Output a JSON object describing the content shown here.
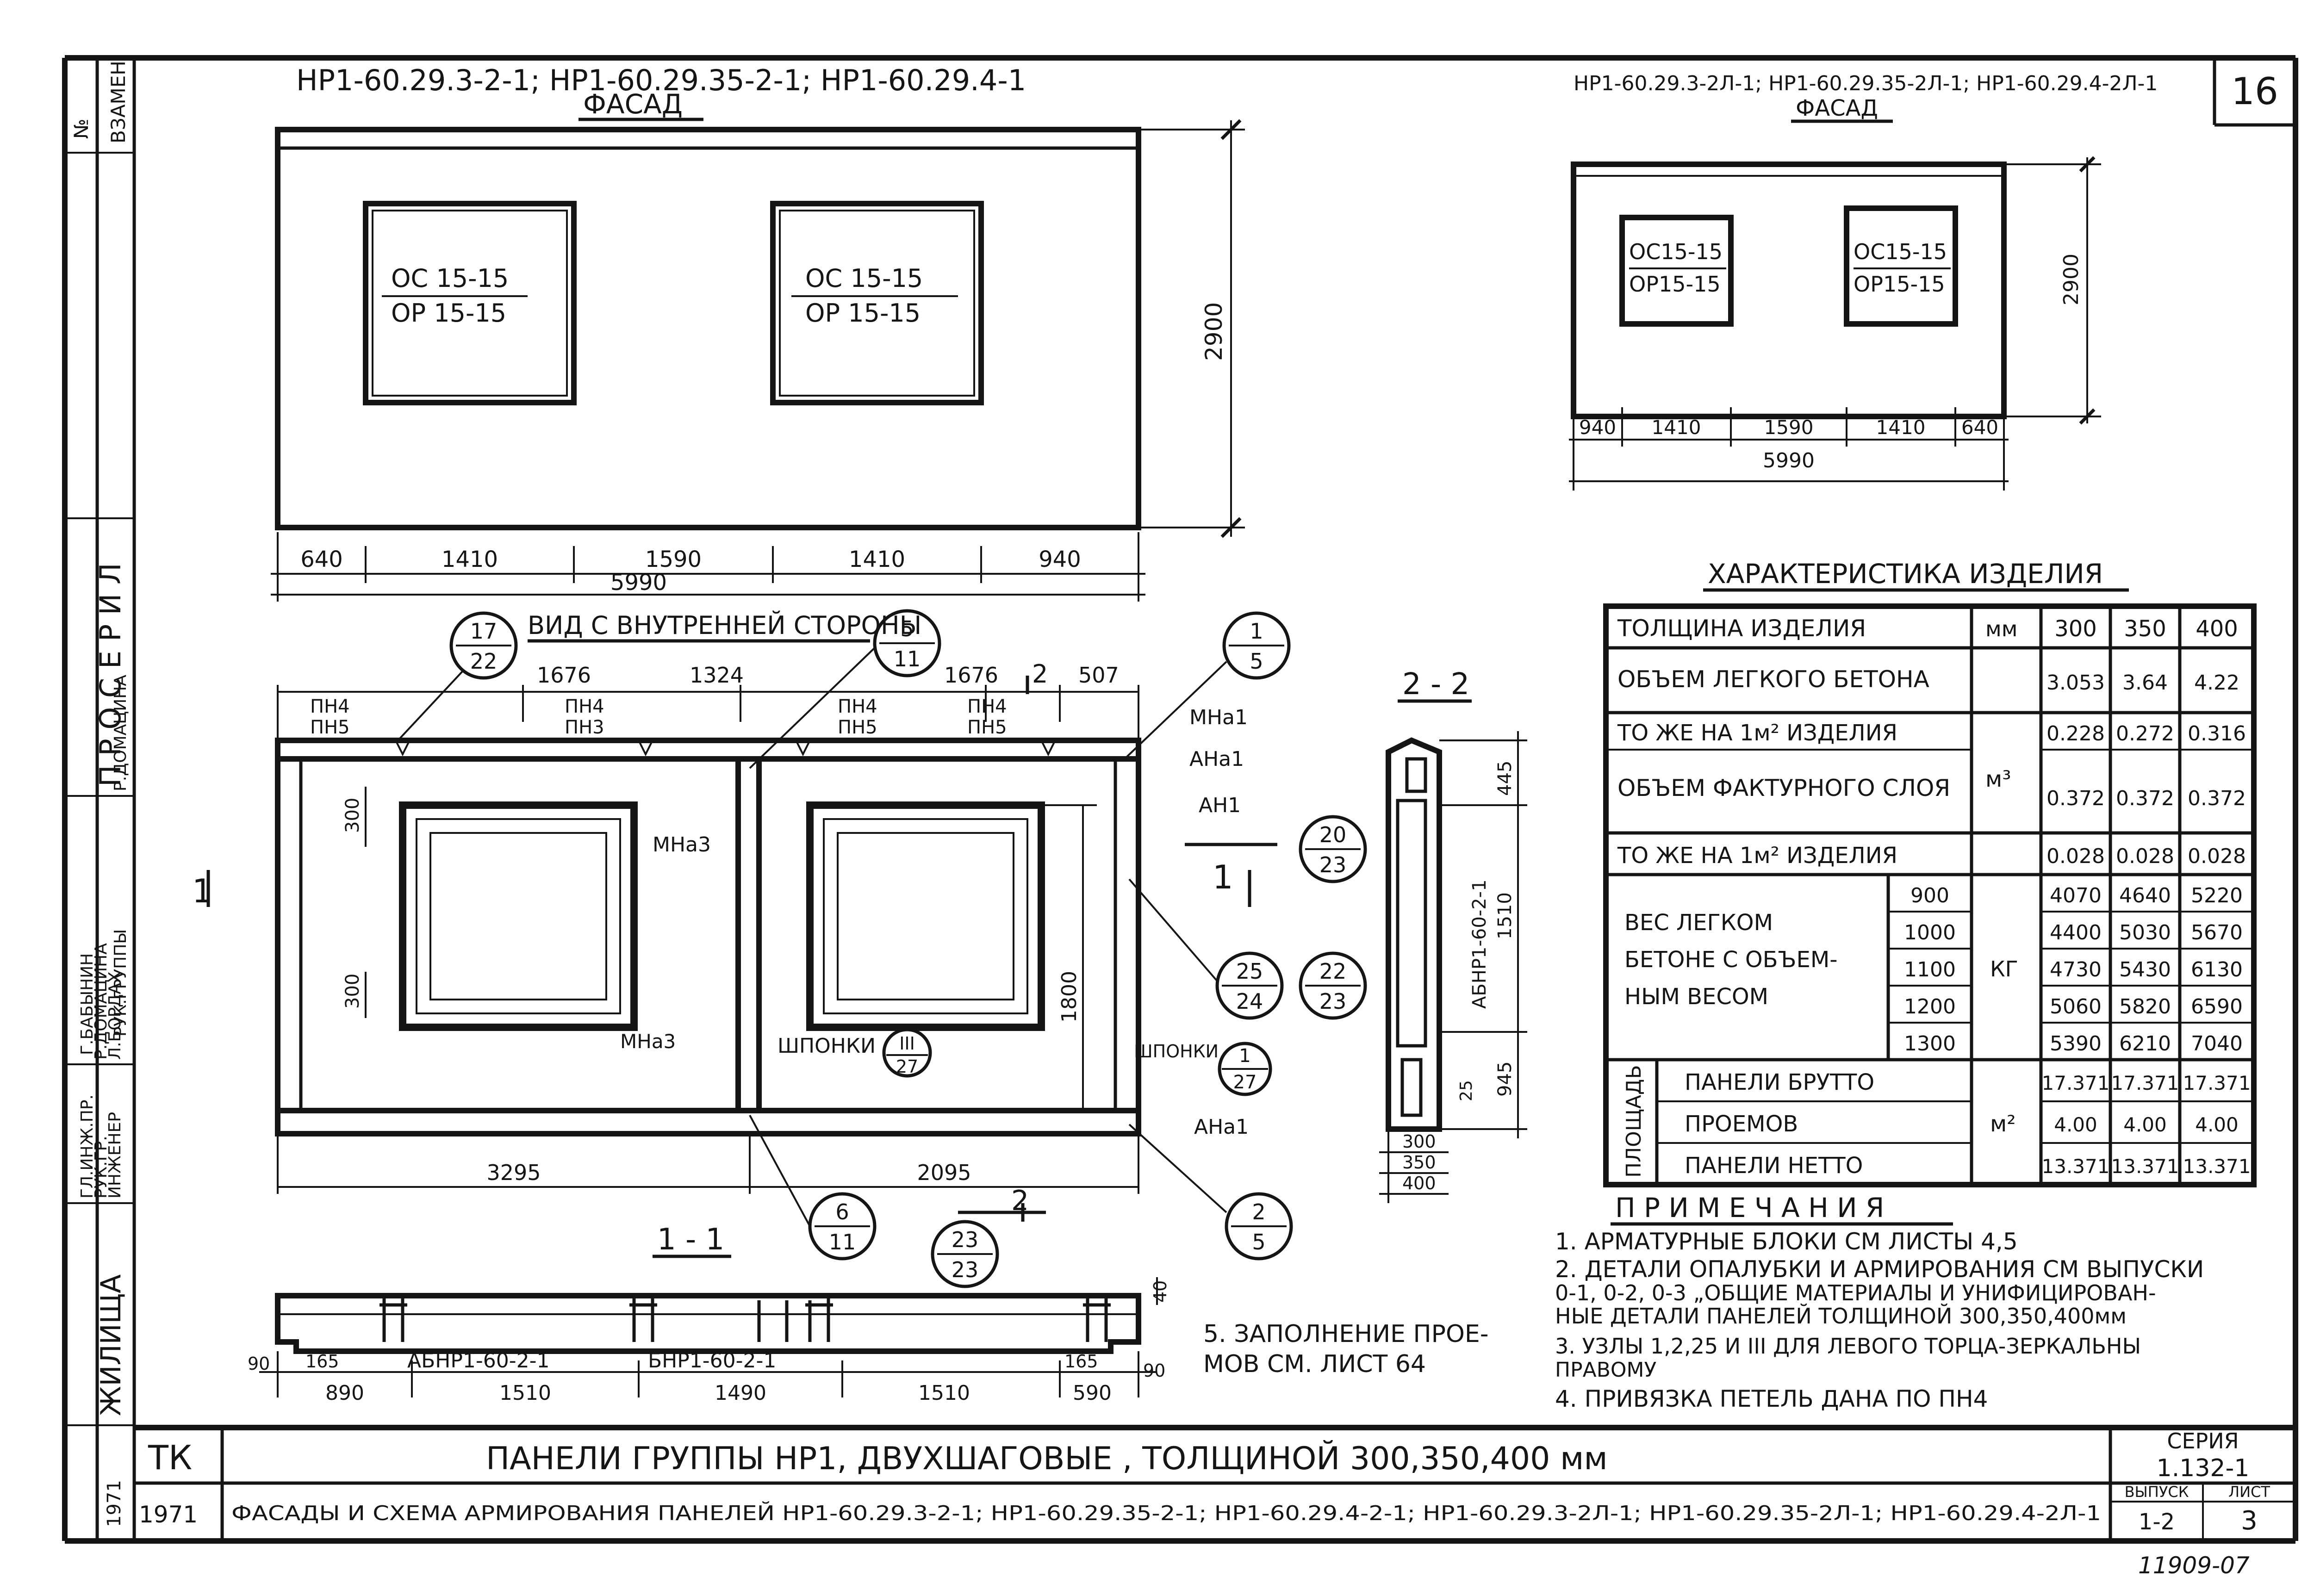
{
  "sheet": {
    "sheet_no": "16",
    "inventory_no": "11909-07"
  },
  "side_stamp": {
    "zamen": "ВЗАМЕН",
    "no": "№",
    "org": "ЖИЛИЩА",
    "roles": [
      "ГЛ.ИНЖ.ПР.",
      "РУК.ГР.",
      "ИНЖЕНЕР"
    ],
    "names": [
      "Г.БАБЫНИН",
      "Р.ДОМАЦИНА",
      "Л.БОРДАХ"
    ],
    "roles2": [
      "РУК.ГРУППЫ",
      "Р.ДОМАЦИНА"
    ],
    "proseril": "П Р О С Е Р И Л",
    "year": "1971"
  },
  "facade_main": {
    "marks": "НР1-60.29.3-2-1;  НР1-60.29.35-2-1;  НР1-60.29.4-1",
    "title": "ФАСАД",
    "window1": [
      "ОС 15-15",
      "ОР 15-15"
    ],
    "window2": [
      "ОС 15-15",
      "ОР 15-15"
    ],
    "height": "2900",
    "dims": [
      "640",
      "1410",
      "1590",
      "1410",
      "940"
    ],
    "total": "5990"
  },
  "facade_small": {
    "marks": "НР1-60.29.3-2Л-1; НР1-60.29.35-2Л-1; НР1-60.29.4-2Л-1",
    "title": "ФАСАД",
    "window1": [
      "ОС15-15",
      "ОР15-15"
    ],
    "window2": [
      "ОС15-15",
      "ОР15-15"
    ],
    "height": "2900",
    "dims": [
      "940",
      "1410",
      "1590",
      "1410",
      "640"
    ],
    "total": "5990"
  },
  "inner_view": {
    "title": "ВИД С ВНУТРЕННЕЙ СТОРОНЫ",
    "top_dims": [
      "1676",
      "1324",
      "1676",
      "507"
    ],
    "top_marker": "2",
    "loops": [
      [
        "ПН4",
        "ПН5"
      ],
      [
        "ПН4",
        "ПН3"
      ],
      [
        "ПН4",
        "ПН5"
      ],
      [
        "ПН4",
        "ПН5"
      ]
    ],
    "callouts": [
      [
        "17",
        "22"
      ],
      [
        "5",
        "11"
      ],
      [
        "1",
        "5"
      ],
      [
        "20",
        "23"
      ],
      [
        "25",
        "24"
      ],
      [
        "22",
        "23"
      ],
      [
        "6",
        "11"
      ],
      [
        "2",
        "5"
      ],
      [
        "23",
        "23"
      ],
      [
        "III",
        "27"
      ],
      [
        "1",
        "27"
      ]
    ],
    "labels_right": [
      "МНа1",
      "АНа1",
      "АН1",
      "АНа1"
    ],
    "label_mna3": "МНа3",
    "dim_300a": "300",
    "dim_300b": "300",
    "dim_1800": "1800",
    "shponki_1": "ШПОНКИ",
    "shponki_2": "ШПОНКИ",
    "mark_a3": "МНа3",
    "section_left": "1",
    "section_right": "1",
    "bottom_dims": [
      "3295",
      "2095"
    ],
    "bottom_marker": "2"
  },
  "section_11": {
    "title": "1 - 1",
    "labels": [
      "АБНР1-60-2-1",
      "БНР1-60-2-1"
    ],
    "dims": [
      "890",
      "1510",
      "1490",
      "1510",
      "590"
    ],
    "sub_dims": [
      "90",
      "165",
      "165",
      "90"
    ],
    "height": "40"
  },
  "section_22": {
    "title": "2 - 2",
    "block": "АБНР1-60-2-1",
    "dims_v": [
      "445",
      "1510",
      "945",
      "25"
    ],
    "dims_h": [
      "300",
      "350",
      "400"
    ]
  },
  "characteristics": {
    "title": "ХАРАКТЕРИСТИКА ИЗДЕЛИЯ",
    "thickness_label": "ТОЛЩИНА ИЗДЕЛИЯ",
    "unit_mm": "мм",
    "thickness": [
      "300",
      "350",
      "400"
    ],
    "light_concrete_label": "ОБЪЕМ ЛЕГКОГО БЕТОНА",
    "light_concrete": [
      "3.053",
      "3.64",
      "4.22"
    ],
    "per_m2_label": "ТО ЖЕ НА 1м² ИЗДЕЛИЯ",
    "per_m2": [
      "0.228",
      "0.272",
      "0.316"
    ],
    "unit_m3": "м³",
    "facing_label": "ОБЪЕМ ФАКТУРНОГО СЛОЯ",
    "facing": [
      "0.372",
      "0.372",
      "0.372"
    ],
    "facing_m2_label": "ТО ЖЕ НА 1м² ИЗДЕЛИЯ",
    "facing_m2": [
      "0.028",
      "0.028",
      "0.028"
    ],
    "weight_label": [
      "ВЕС      ЛЕГКОМ",
      "БЕТОНЕ С ОБЪЕМ-",
      "НЫМ  ВЕСОМ"
    ],
    "unit_kg": "КГ",
    "weights": [
      {
        "density": "900",
        "values": [
          "4070",
          "4640",
          "5220"
        ]
      },
      {
        "density": "1000",
        "values": [
          "4400",
          "5030",
          "5670"
        ]
      },
      {
        "density": "1100",
        "values": [
          "4730",
          "5430",
          "6130"
        ]
      },
      {
        "density": "1200",
        "values": [
          "5060",
          "5820",
          "6590"
        ]
      },
      {
        "density": "1300",
        "values": [
          "5390",
          "6210",
          "7040"
        ]
      }
    ],
    "area_label": "ПЛОЩАДЬ",
    "unit_m2": "м²",
    "areas": [
      {
        "label": "ПАНЕЛИ  БРУТТО",
        "values": [
          "17.371",
          "17.371",
          "17.371"
        ]
      },
      {
        "label": "ПРОЕМОВ",
        "values": [
          "4.00",
          "4.00",
          "4.00"
        ]
      },
      {
        "label": "ПАНЕЛИ  НЕТТО",
        "values": [
          "13.371",
          "13.371",
          "13.371"
        ]
      }
    ]
  },
  "notes": {
    "title": "П Р И М Е Ч А Н И Я",
    "items": [
      "1. АРМАТУРНЫЕ БЛОКИ СМ ЛИСТЫ  4,5",
      "2. ДЕТАЛИ  ОПАЛУБКИ И АРМИРОВАНИЯ СМ ВЫПУСКИ",
      "    0-1, 0-2, 0-3 „ОБЩИЕ МАТЕРИАЛЫ И УНИФИЦИРОВАН-",
      "    НЫЕ ДЕТАЛИ ПАНЕЛЕЙ ТОЛЩИНОЙ 300,350,400мм",
      "3. УЗЛЫ 1,2,25 И III ДЛЯ ЛЕВОГО ТОРЦА-ЗЕРКАЛЬНЫ",
      "    ПРАВОМУ",
      "4. ПРИВЯЗКА ПЕТЕЛЬ ДАНА ПО ПН4"
    ],
    "note5": [
      "5. ЗАПОЛНЕНИЕ ПРОЕ-",
      "МОВ СМ. ЛИСТ  64"
    ]
  },
  "title_block": {
    "tk": "ТК",
    "line1": "ПАНЕЛИ  ГРУППЫ  НР1,  ДВУХШАГОВЫЕ , ТОЛЩИНОЙ   300,350,400 мм",
    "line2": "ФАСАДЫ И СХЕМА АРМИРОВАНИЯ ПАНЕЛЕЙ НР1-60.29.3-2-1; НР1-60.29.35-2-1; НР1-60.29.4-2-1; НР1-60.29.3-2Л-1; НР1-60.29.35-2Л-1; НР1-60.29.4-2Л-1",
    "year": "1971",
    "series_label": "СЕРИЯ",
    "series": "1.132-1",
    "issue_label": "ВЫПУСК",
    "issue": "1-2",
    "sheet_label": "ЛИСТ",
    "sheet": "3"
  }
}
